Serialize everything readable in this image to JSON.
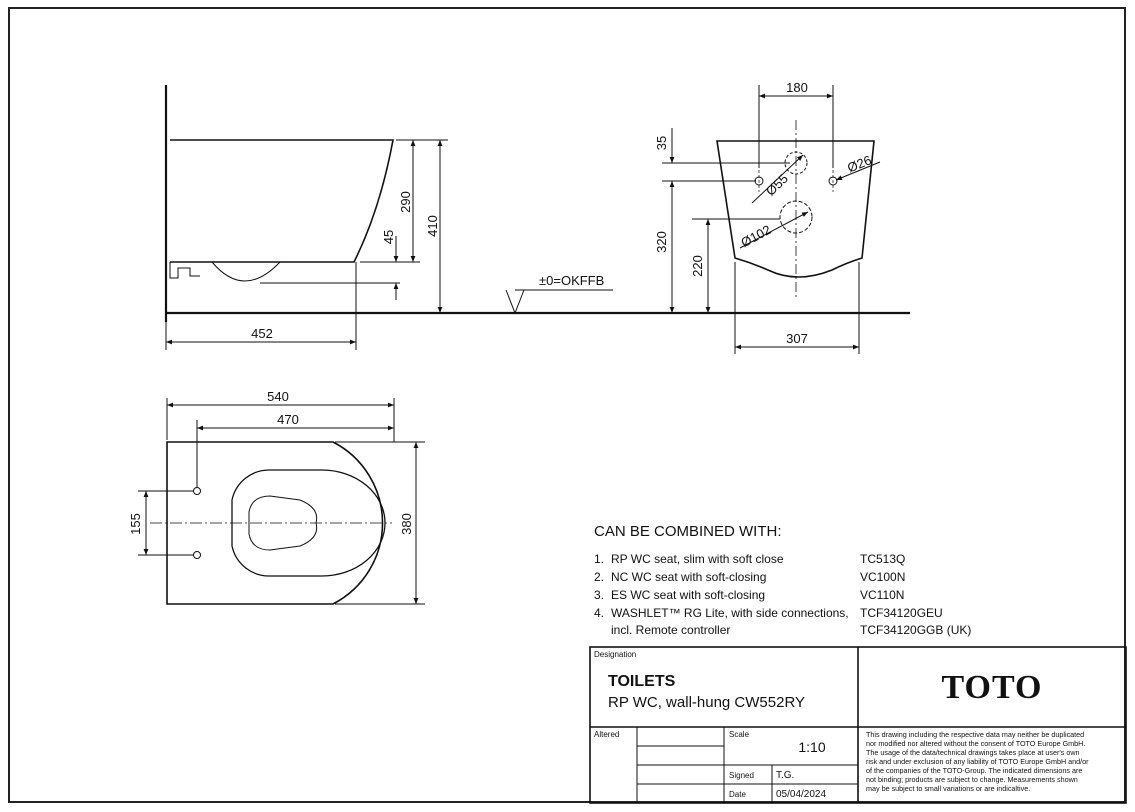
{
  "side_view": {
    "dim_452": "452",
    "dim_290": "290",
    "dim_45": "45",
    "dim_410": "410",
    "floor_label": "±0=OKFFB"
  },
  "front_view": {
    "dim_180": "180",
    "dim_35": "35",
    "dim_320": "320",
    "dim_220": "220",
    "dim_307": "307",
    "dia_55": "Ø55",
    "dia_26": "Ø26",
    "dia_102": "Ø102"
  },
  "top_view": {
    "dim_540": "540",
    "dim_470": "470",
    "dim_155": "155",
    "dim_380": "380"
  },
  "combined": {
    "heading": "CAN BE COMBINED WITH:",
    "items": [
      {
        "num": "1.",
        "desc": "RP WC seat, slim with soft close",
        "code": "TC513Q"
      },
      {
        "num": "2.",
        "desc": "NC WC seat with soft-closing",
        "code": "VC100N"
      },
      {
        "num": "3.",
        "desc": "ES WC seat with soft-closing",
        "code": "VC110N"
      },
      {
        "num": "4.",
        "desc": "WASHLET™ RG Lite, with side connections,",
        "code": "TCF34120GEU"
      },
      {
        "num": "",
        "desc": "incl. Remote controller",
        "code": "TCF34120GGB (UK)"
      }
    ]
  },
  "title_block": {
    "designation_label": "Designation",
    "title": "TOILETS",
    "subtitle": "RP WC, wall-hung CW552RY",
    "logo": "TOTO",
    "altered_label": "Altered",
    "scale_label": "Scale",
    "scale_value": "1:10",
    "signed_label": "Signed",
    "signed_value": "T.G.",
    "date_label": "Date",
    "date_value": "05/04/2024",
    "disclaimer": [
      "This drawing including the respective data may neither be duplicated",
      "nor modified nor altered without the consent of TOTO Europe GmbH.",
      "The usage of the data/technical drawings takes place at user's own",
      "risk and under exclusion of any liability of TOTO Europe GmbH and/or",
      "of the companies of the TOTO-Group. The indicated dimensions are",
      "not binding; products are subject to change. Measurements shown",
      "may be subject to small variations or are indicaltive."
    ]
  }
}
